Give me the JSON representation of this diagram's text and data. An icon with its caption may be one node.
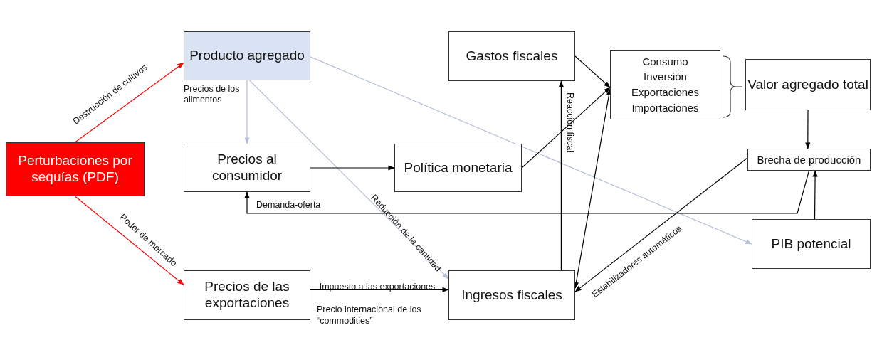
{
  "diagram": {
    "nodes": [
      {
        "text": [
          "Perturbaciones por sequías (PDF)"
        ]
      },
      {
        "text": [
          "Producto agregado"
        ]
      },
      {
        "text": [
          "Precios al consumidor"
        ]
      },
      {
        "text": [
          "Precios de las exportaciones"
        ]
      },
      {
        "text": [
          "Política monetaria"
        ]
      },
      {
        "text": [
          "Gastos fiscales"
        ]
      },
      {
        "text": [
          "Consumo",
          "Inversión",
          "Exportaciones",
          "Importaciones"
        ]
      },
      {
        "text": [
          "Valor agregado total"
        ]
      },
      {
        "text": [
          "Brecha de producción"
        ]
      },
      {
        "text": [
          "PIB potencial"
        ]
      },
      {
        "text": [
          "Ingresos fiscales"
        ]
      }
    ],
    "edges": [
      {
        "from": 0,
        "to": 1,
        "arrow": "to",
        "label": "Destrucción de cultivos",
        "color": "#ff0000"
      },
      {
        "from": 0,
        "to": 3,
        "arrow": "to",
        "label": "Poder de mercado",
        "color": "#ff0000"
      },
      {
        "from": 1,
        "to": 2,
        "arrow": "to",
        "label": "Precios de los alimentos",
        "color": "#b4c0d6"
      },
      {
        "from": 1,
        "to": 10,
        "arrow": "to",
        "label": "Reducción de la cantidad",
        "color": "#b4c0d6"
      },
      {
        "from": 1,
        "to": 9,
        "arrow": "to",
        "color": "#b4c0d6"
      },
      {
        "from": 2,
        "to": 4,
        "arrow": "to"
      },
      {
        "from": 3,
        "to": 10,
        "arrow": "to",
        "label": "Impuesto a las exportaciones"
      },
      {
        "from": 4,
        "to": 6,
        "arrow": "to"
      },
      {
        "from": 5,
        "to": 6,
        "arrow": "to"
      },
      {
        "from": 10,
        "to": 5,
        "arrow": "to",
        "label": "Reacción fiscal"
      },
      {
        "from": 10,
        "to": 6,
        "arrow": "both"
      },
      {
        "from": 8,
        "to": 10,
        "arrow": "to",
        "label": "Estabilizadores automáticos"
      },
      {
        "from": 7,
        "to": 8,
        "arrow": "to"
      },
      {
        "from": 9,
        "to": 8,
        "arrow": "to"
      },
      {
        "from": 8,
        "to": 2,
        "arrow": "to",
        "label": "Demanda-oferta"
      }
    ],
    "labels": [
      "Precio internacional de los “commodities”"
    ]
  }
}
